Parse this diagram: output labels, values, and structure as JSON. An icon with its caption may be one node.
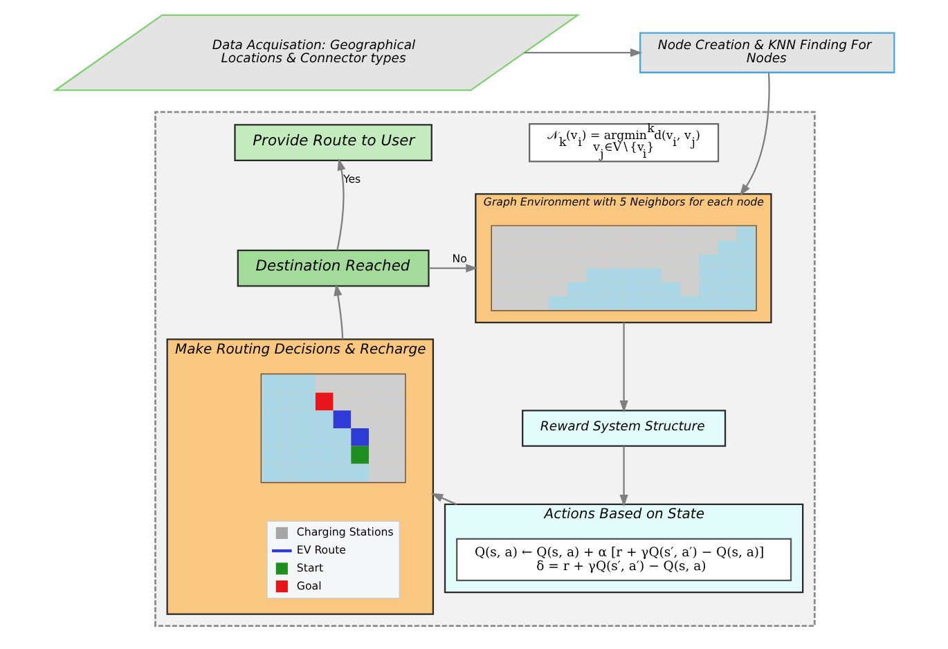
{
  "diagram": {
    "nodes": [
      {
        "text": [
          "Data Acquisation: Geographical Locations & Connector types"
        ]
      },
      {
        "text": [
          "Node Creation & KNN Finding For Nodes"
        ]
      },
      {
        "text": [],
        "shape": "box"
      },
      {
        "text": [
          "𝒩$_{k}$(v$_{i}$) = argmin$^{k}$d(v$_{i}$, v$_{j}$)",
          "v$_{j}$∈V∖{v$_{i}$}"
        ],
        "in": 2
      },
      {
        "text": [
          "Provide Route to User"
        ],
        "in": 2
      },
      {
        "text": [
          "Destination Reached"
        ],
        "in": 2
      },
      {
        "text": [
          "Graph Environment with 5 Neighbors for each node"
        ],
        "in": 2
      },
      {
        "text": [],
        "shape": "picture",
        "in": 6
      },
      {
        "text": [
          "Make Routing Decisions & Recharge"
        ],
        "in": 2
      },
      {
        "text": [],
        "shape": "picture",
        "in": 8
      },
      {
        "text": [
          "Reward System Structure"
        ],
        "in": 2
      },
      {
        "text": [
          "Actions Based on State"
        ],
        "in": 2
      },
      {
        "text": [
          "Q(s, a) ← Q(s, a) + α [r + γQ(s′, a′) − Q(s, a)]",
          "δ = r + γQ(s′, a′) − Q(s, a)"
        ],
        "in": 11
      }
    ],
    "edges": [
      {
        "from": 0,
        "to": 1,
        "arrow": "to"
      },
      {
        "from": 1,
        "to": 6,
        "arrow": "to"
      },
      {
        "from": 5,
        "to": 4,
        "arrow": "to",
        "label": "Yes"
      },
      {
        "from": 5,
        "to": 6,
        "arrow": "to",
        "label": "No"
      },
      {
        "from": 6,
        "to": 10,
        "arrow": "to"
      },
      {
        "from": 10,
        "to": 11,
        "arrow": "to"
      },
      {
        "from": 11,
        "to": 8,
        "arrow": "to"
      },
      {
        "from": 8,
        "to": 5,
        "arrow": "to"
      }
    ],
    "legend": [
      {
        "text": "Charging Stations",
        "color": "#a6a6a6"
      },
      {
        "text": "EV Route"
      },
      {
        "text": "Start",
        "color": "#1f8f1f"
      },
      {
        "text": "Goal",
        "color": "#e8141b"
      }
    ]
  }
}
